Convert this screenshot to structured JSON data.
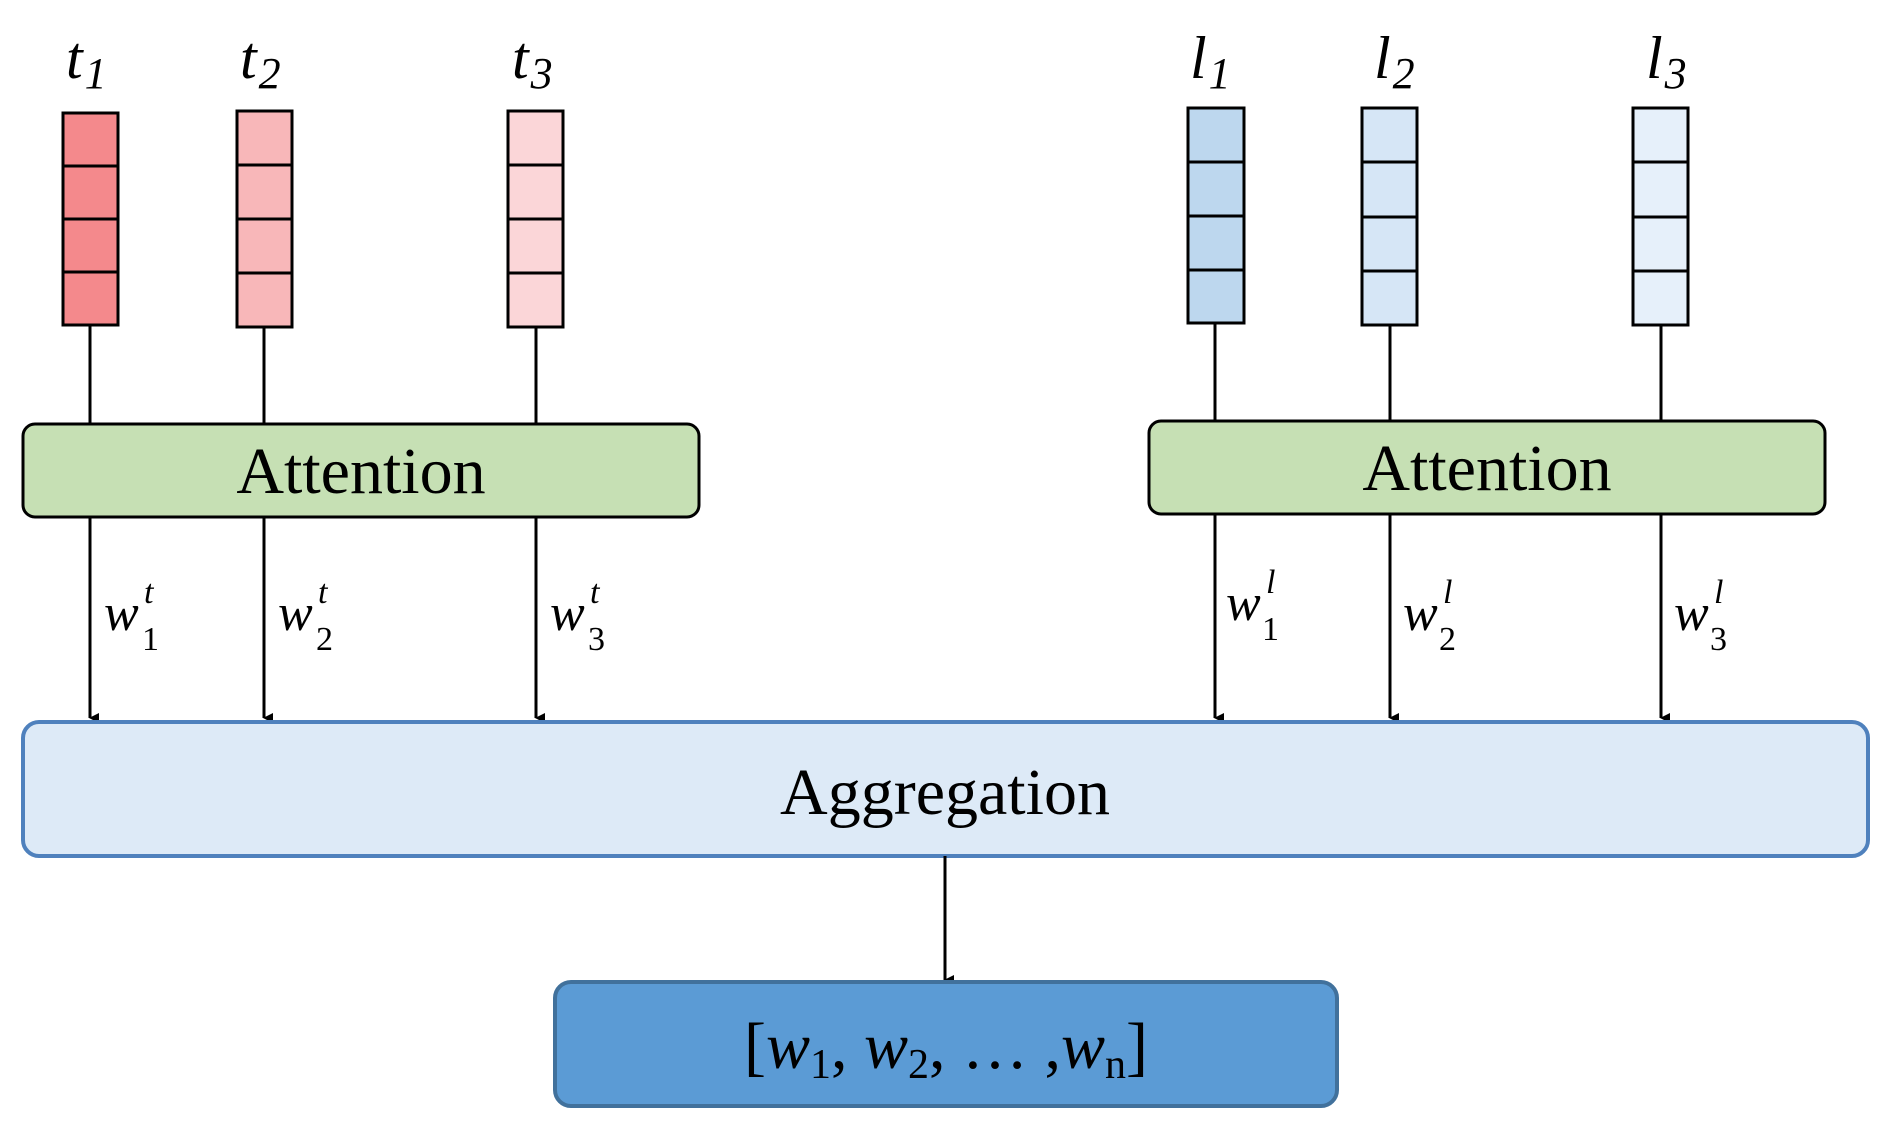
{
  "colors": {
    "stroke": "#000000",
    "t_fills": [
      "#f4898c",
      "#f8b7b9",
      "#fbd6d8"
    ],
    "l_fills": [
      "#bdd7ee",
      "#d6e6f6",
      "#e6f0fa"
    ],
    "attention_fill": "#c6e0b4",
    "aggregation_fill": "#ddeaf7",
    "aggregation_stroke": "#4f81bd",
    "output_fill": "#5b9bd5",
    "output_stroke": "#41719c"
  },
  "inputs": {
    "t": [
      {
        "var": "t",
        "sub": "1"
      },
      {
        "var": "t",
        "sub": "2"
      },
      {
        "var": "t",
        "sub": "3"
      }
    ],
    "l": [
      {
        "var": "l",
        "sub": "1"
      },
      {
        "var": "l",
        "sub": "2"
      },
      {
        "var": "l",
        "sub": "3"
      }
    ]
  },
  "attention_left": "Attention",
  "attention_right": "Attention",
  "weights": {
    "t": [
      {
        "base": "w",
        "sup": "t",
        "sub": "1"
      },
      {
        "base": "w",
        "sup": "t",
        "sub": "2"
      },
      {
        "base": "w",
        "sup": "t",
        "sub": "3"
      }
    ],
    "l": [
      {
        "base": "w",
        "sup": "l",
        "sub": "1"
      },
      {
        "base": "w",
        "sup": "l",
        "sub": "2"
      },
      {
        "base": "w",
        "sup": "l",
        "sub": "3"
      }
    ]
  },
  "aggregation": "Aggregation",
  "output": {
    "open": "[",
    "w1": "w",
    "w1_sub": "1",
    "sep1": ", ",
    "w2": "w",
    "w2_sub": "2",
    "ellipsis": ", … ,",
    "wn": "w",
    "wn_sub": "n",
    "close": "]"
  }
}
